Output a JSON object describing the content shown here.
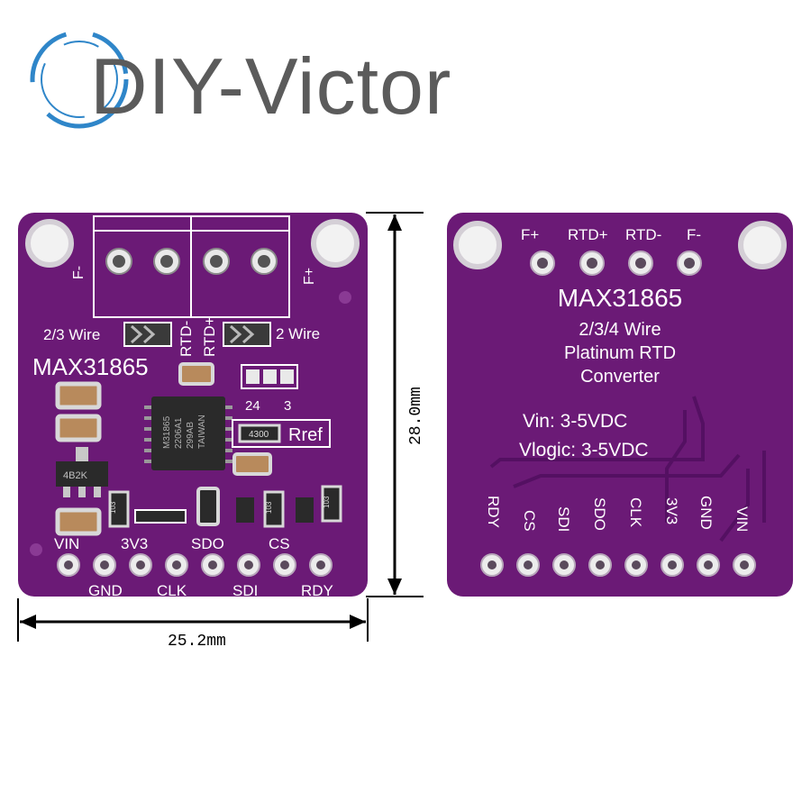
{
  "brand": {
    "name": "DIY-Victor"
  },
  "front": {
    "pin_labels_top": [
      "VIN",
      "3V3",
      "SDO",
      "CS"
    ],
    "pin_labels_bottom": [
      "GND",
      "CLK",
      "SDI",
      "RDY"
    ],
    "title": "MAX31865",
    "wire_left": "2/3 Wire",
    "wire_right": "2 Wire",
    "rtd_minus": "RTD-",
    "rtd_plus": "RTD+",
    "f_minus": "F-",
    "f_plus": "F+",
    "jumper_labels": [
      "24",
      "3"
    ],
    "rref": "Rref",
    "ic_marking": [
      "M31865",
      "2206A1",
      "299AB",
      "TAIWAN"
    ],
    "regulator_marking": "4B2K",
    "resistor_codes": [
      "103",
      "103",
      "103",
      "4300"
    ]
  },
  "back": {
    "top_pins": [
      "F+",
      "RTD+",
      "RTD-",
      "F-"
    ],
    "title": "MAX31865",
    "subtitle_lines": [
      "2/3/4 Wire",
      "Platinum RTD",
      "Converter"
    ],
    "vin": "Vin: 3-5VDC",
    "vlogic": "Vlogic: 3-5VDC",
    "bottom_pins": [
      "RDY",
      "CS",
      "SDI",
      "SDO",
      "CLK",
      "3V3",
      "GND",
      "VIN"
    ]
  },
  "dimensions": {
    "width": "25.2mm",
    "height": "28.0mm"
  },
  "colors": {
    "pcb": "#6b1a76",
    "pcb_dark": "#4e1056",
    "silkscreen": "#ffffff",
    "pad": "#e9e9e9",
    "logo_ring": "#2f86c9",
    "logo_text": "#5b5b5b"
  }
}
